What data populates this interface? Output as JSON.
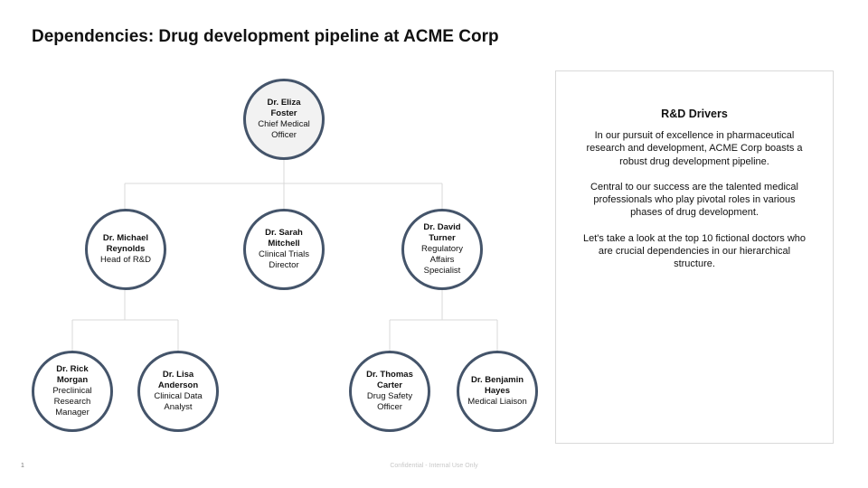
{
  "title": "Dependencies: Drug development pipeline at ACME Corp",
  "colors": {
    "node_border": "#44546a",
    "root_fill": "#f2f2f2",
    "connector": "#d9d9d9",
    "panel_border": "#d9d9d9"
  },
  "org_chart": {
    "root": {
      "name": "Dr. Eliza Foster",
      "role": "Chief Medical Officer"
    },
    "level2": [
      {
        "name": "Dr. Michael Reynolds",
        "role": "Head of R&D"
      },
      {
        "name": "Dr. Sarah Mitchell",
        "role": "Clinical Trials Director"
      },
      {
        "name": "Dr. David Turner",
        "role": "Regulatory Affairs Specialist"
      }
    ],
    "level3": [
      {
        "name": "Dr. Rick Morgan",
        "role": "Preclinical Research Manager",
        "reports_to": "Dr. Michael Reynolds"
      },
      {
        "name": "Dr. Lisa Anderson",
        "role": "Clinical Data Analyst",
        "reports_to": "Dr. Michael Reynolds"
      },
      {
        "name": "Dr. Thomas Carter",
        "role": "Drug Safety Officer",
        "reports_to": "Dr. David Turner"
      },
      {
        "name": "Dr. Benjamin Hayes",
        "role": "Medical Liaison",
        "reports_to": "Dr. David Turner"
      }
    ]
  },
  "panel": {
    "heading": "R&D Drivers",
    "paragraphs": [
      "In our pursuit of excellence in pharmaceutical research and development, ACME Corp boasts a robust drug development pipeline.",
      "Central to our success are the talented medical professionals who play pivotal roles in various phases of drug development.",
      "Let's take a look at the top 10 fictional doctors who are crucial dependencies in our hierarchical structure."
    ]
  },
  "page_number": "1",
  "footer": "Confidential - Internal Use Only"
}
